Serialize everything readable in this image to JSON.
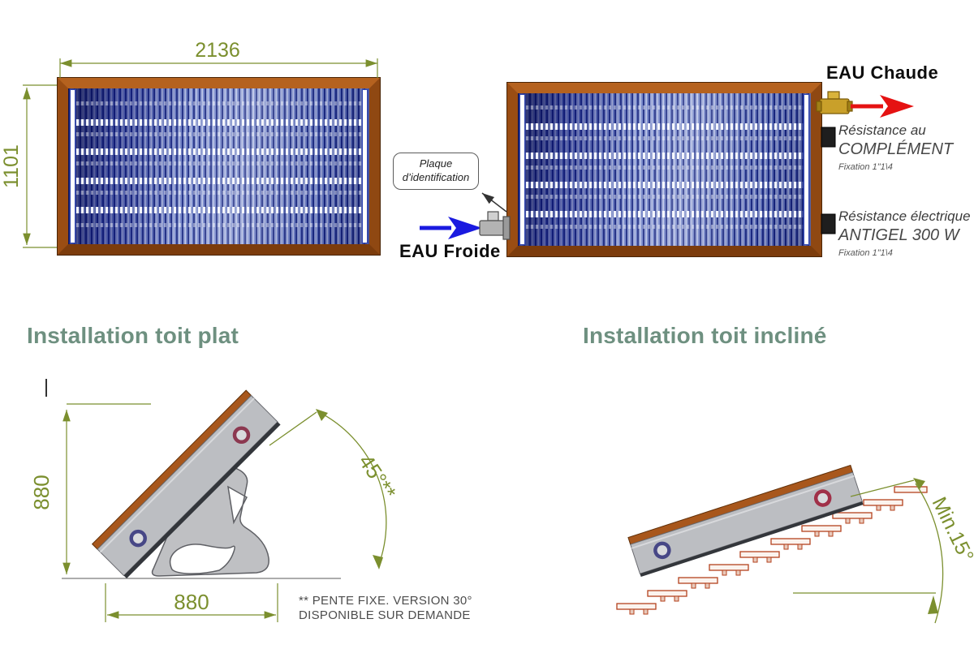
{
  "colors": {
    "dimension_green": "#7b8f2e",
    "section_title_green": "#6e9080",
    "hot_arrow_red": "#e51212",
    "cold_arrow_blue": "#1a1ae0",
    "frame_brown": "#a85418"
  },
  "collector": {
    "width_label": "2136",
    "height_label": "1101"
  },
  "connections": {
    "hot_water_label": "EAU Chaude",
    "cold_water_label": "EAU Froide",
    "plaque_line1": "Plaque",
    "plaque_line2": "d’identification",
    "resistance_complement": {
      "line1": "Résistance au",
      "line2": "COMPLÉMENT",
      "fixation": "Fixation 1\"1\\4"
    },
    "resistance_antigel": {
      "line1": "Résistance électrique",
      "line2": "ANTIGEL 300 W",
      "fixation": "Fixation 1\"1\\4"
    }
  },
  "sections": {
    "flat_roof_title": "Installation toit plat",
    "inclined_roof_title": "Installation toit incliné"
  },
  "flat_roof": {
    "height_label": "880",
    "base_label": "880",
    "angle_label": "45°**",
    "note_line1": "** PENTE FIXE. VERSION 30°",
    "note_line2": "DISPONIBLE SUR DEMANDE"
  },
  "inclined_roof": {
    "angle_label": "Min.15°"
  }
}
